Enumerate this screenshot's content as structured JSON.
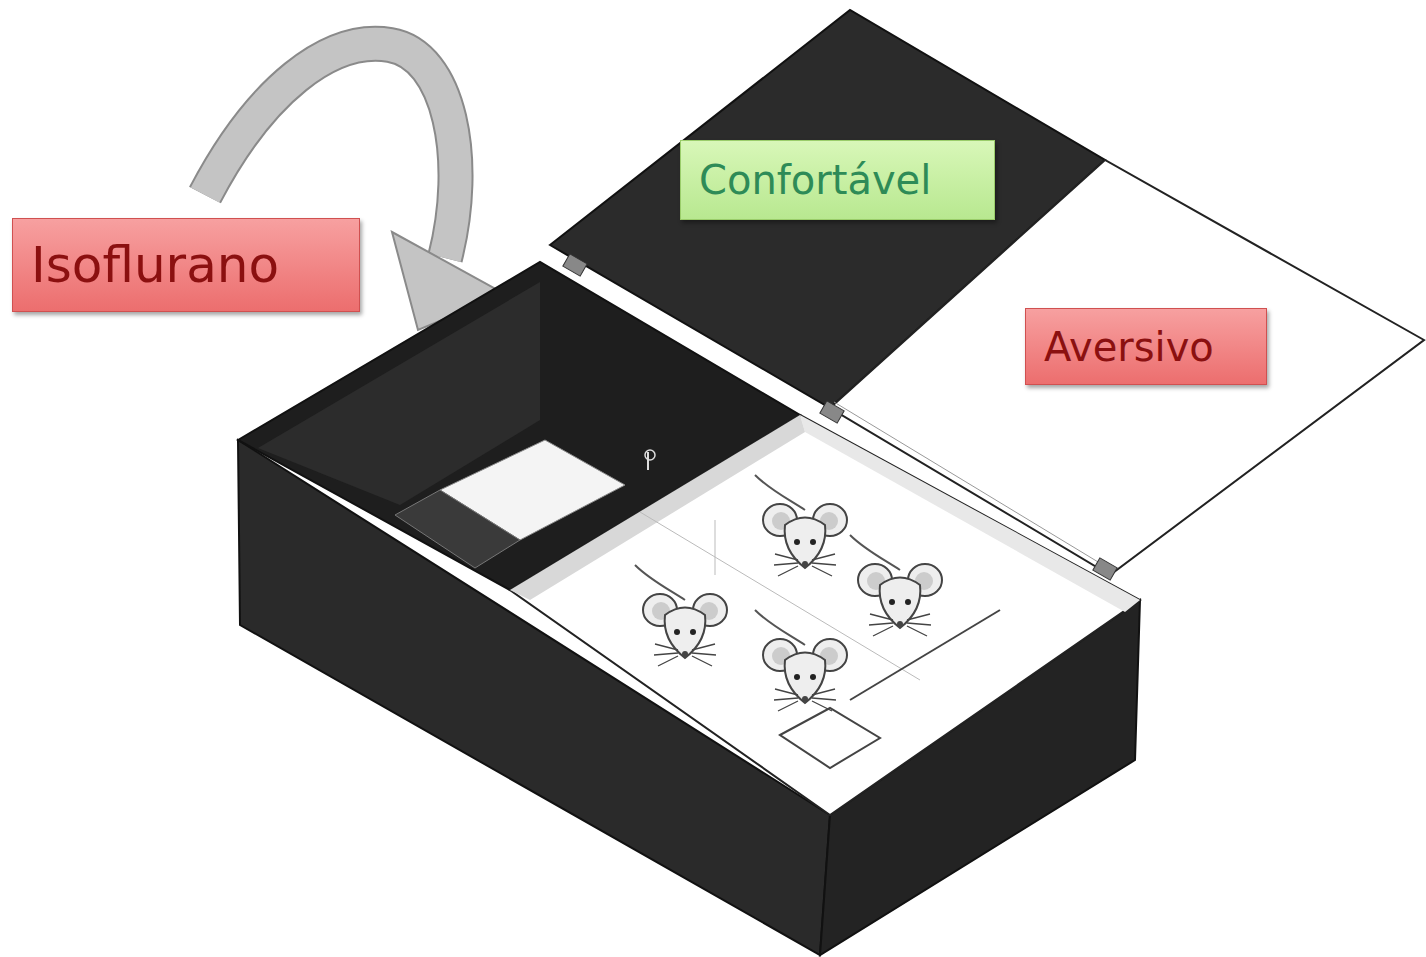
{
  "diagram": {
    "nodes": [
      {
        "text": [
          "Confortável"
        ]
      },
      {
        "text": [
          "Isoflurano"
        ]
      },
      {
        "text": [
          "Aversivo"
        ]
      }
    ]
  }
}
